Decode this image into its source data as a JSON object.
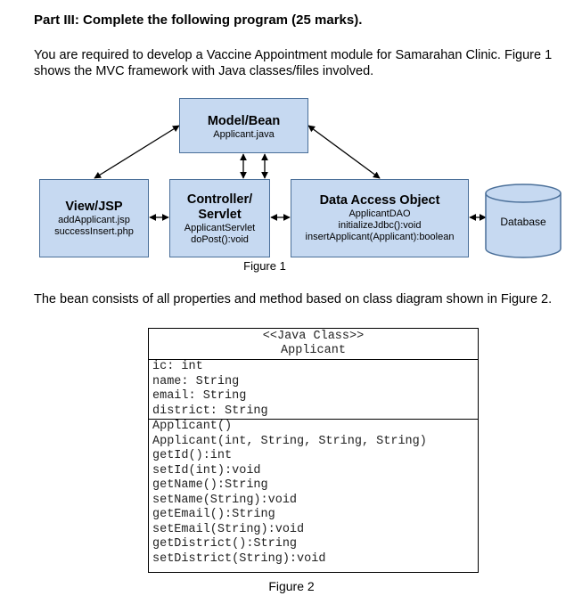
{
  "heading": "Part III: Complete the following program (25 marks).",
  "intro": {
    "line1": "You are required to develop a Vaccine Appointment module for Samarahan Clinic. Figure 1",
    "line2": "shows the MVC framework with Java classes/files involved."
  },
  "figure1": {
    "model": {
      "title": "Model/Bean",
      "lines": [
        "Applicant.java"
      ]
    },
    "view": {
      "title": "View/JSP",
      "lines": [
        "addApplicant.jsp",
        "successInsert.php"
      ]
    },
    "controller": {
      "title_line1": "Controller/",
      "title_line2": "Servlet",
      "lines": [
        "ApplicantServlet",
        "doPost():void"
      ]
    },
    "dao": {
      "title": "Data Access Object",
      "lines": [
        "ApplicantDAO",
        "initializeJdbc():void",
        "insertApplicant(Applicant):boolean"
      ]
    },
    "database": "Database",
    "caption": "Figure 1"
  },
  "paragraph": "The bean consists of all properties and method based on class diagram shown in Figure 2.",
  "class_diagram": {
    "stereotype": "<<Java Class>>",
    "name": "Applicant",
    "attributes": [
      "ic: int",
      "name: String",
      "email: String",
      "district: String"
    ],
    "methods": [
      "Applicant()",
      "Applicant(int, String, String, String)",
      "getId():int",
      "setId(int):void",
      "getName():String",
      "setName(String):void",
      "getEmail():String",
      "setEmail(String):void",
      "getDistrict():String",
      "setDistrict(String):void"
    ]
  },
  "caption2": "Figure 2"
}
